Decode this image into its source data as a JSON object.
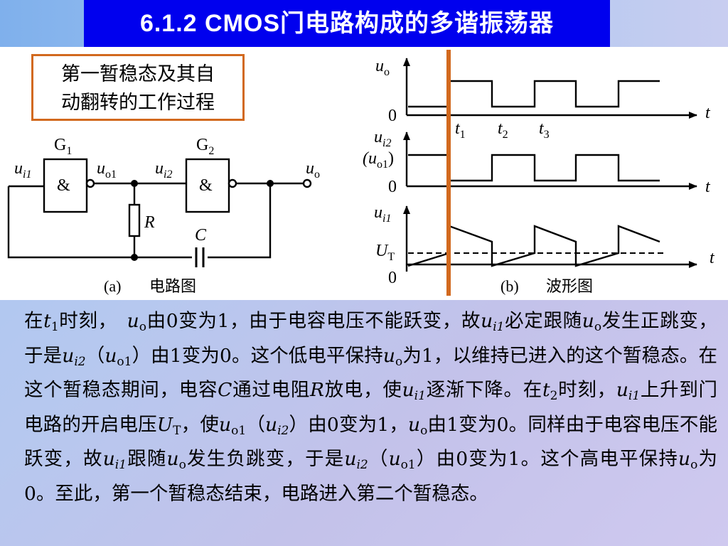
{
  "slide": {
    "title": "6.1.2   CMOS门电路构成的多谐振荡器"
  },
  "label_box": {
    "line1": "第一暂稳态及其自",
    "line2": "动翻转的工作过程"
  },
  "circuit": {
    "gate1_label": "G",
    "gate1_sub": "1",
    "gate2_label": "G",
    "gate2_sub": "2",
    "gate_symbol": "&",
    "ui1": "u",
    "ui1_sub": "i1",
    "uo1": "u",
    "uo1_sub": "o1",
    "ui2": "u",
    "ui2_sub": "i2",
    "uo": "u",
    "uo_sub": "o",
    "resistor": "R",
    "capacitor": "C",
    "caption_letter": "(a)",
    "caption_text": "电路图"
  },
  "waveform": {
    "uo_label": "u",
    "uo_sub": "o",
    "ui2_label": "u",
    "ui2_sub": "i2",
    "uo1_paren": "(u",
    "uo1_paren_sub": "o1",
    "uo1_close": ")",
    "ui1_label": "u",
    "ui1_sub": "i1",
    "ut_label": "U",
    "ut_sub": "T",
    "zero": "0",
    "t_axis": "t",
    "t1": "t",
    "t1_sub": "1",
    "t2": "t",
    "t2_sub": "2",
    "t3": "t",
    "t3_sub": "3",
    "caption_letter": "(b)",
    "caption_text": "波形图",
    "marker_color": "#d2691e"
  },
  "paragraph": {
    "p01": "在",
    "p02": "t",
    "p03": "1",
    "p04": "时刻，　",
    "p05": "u",
    "p06": "o",
    "p07": "由0变为1，由于电容电压不能跃变，故",
    "p08": "u",
    "p09": "i1",
    "p10": "必定跟随",
    "p11": "u",
    "p12": "o",
    "p13": "发生正跳变，于是",
    "p14": "u",
    "p15": "i2",
    "p16": "（",
    "p17": "u",
    "p18": "o1",
    "p19": "）由1变为0。这个低电平保持",
    "p20": "u",
    "p21": "o",
    "p22": "为1，以维持已进入的这个暂稳态。在这个暂稳态期间，电容",
    "p23": "C",
    "p24": "通过电阻",
    "p25": "R",
    "p26": "放电，使",
    "p27": "u",
    "p28": "i1",
    "p29": "逐渐下降。在",
    "p30": "t",
    "p31": "2",
    "p32": "时刻，",
    "p33": "u",
    "p34": "i1",
    "p35": "上升到门电路的开启电压",
    "p36": "U",
    "p37": "T",
    "p38": "，使",
    "p39": "u",
    "p40": "o1",
    "p41": "（",
    "p42": "u",
    "p43": "i2",
    "p44": "）由0变为1，",
    "p45": "u",
    "p46": "o",
    "p47": "由1变为0。同样由于电容电压不能跃变，故",
    "p48": "u",
    "p49": "i1",
    "p50": "跟随",
    "p51": "u",
    "p52": "o",
    "p53": "发生负跳变，于是",
    "p54": "u",
    "p55": "i2",
    "p56": "（",
    "p57": "u",
    "p58": "o1",
    "p59": "）由0变为1。这个高电平保持",
    "p60": "u",
    "p61": "o",
    "p62": "为0。至此，第一个暂稳态结束，电路进入第二个暂稳态。"
  }
}
